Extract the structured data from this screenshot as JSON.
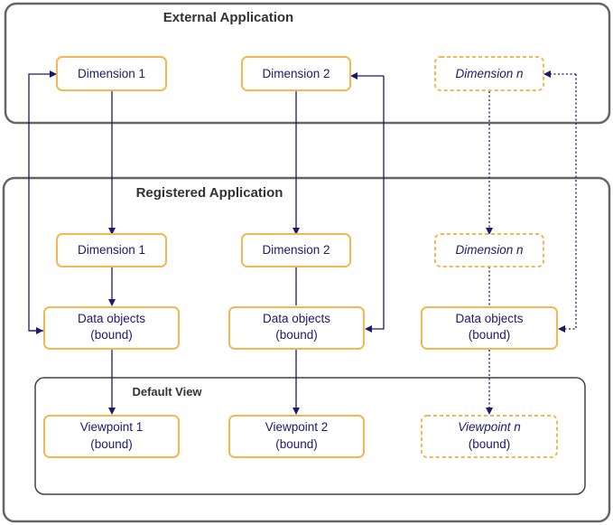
{
  "containers": {
    "external": {
      "title": "External Application"
    },
    "registered": {
      "title": "Registered Application"
    },
    "default_view": {
      "title": "Default View"
    }
  },
  "nodes": {
    "ext_dim1": {
      "label": "Dimension 1"
    },
    "ext_dim2": {
      "label": "Dimension 2"
    },
    "ext_dimn": {
      "label": "Dimension n"
    },
    "reg_dim1": {
      "label": "Dimension 1"
    },
    "reg_dim2": {
      "label": "Dimension 2"
    },
    "reg_dimn": {
      "label": "Dimension n"
    },
    "data1": {
      "line1": "Data objects",
      "line2": "(bound)"
    },
    "data2": {
      "line1": "Data objects",
      "line2": "(bound)"
    },
    "datan": {
      "line1": "Data objects",
      "line2": "(bound)"
    },
    "vp1": {
      "line1": "Viewpoint 1",
      "line2": "(bound)"
    },
    "vp2": {
      "line1": "Viewpoint 2",
      "line2": "(bound)"
    },
    "vpn": {
      "line1": "Viewpoint n",
      "line2": "(bound)"
    }
  },
  "colors": {
    "node_border": "#f5b74e",
    "arrow": "#1a1a6e",
    "container_border": "#666666",
    "text": "#1a1a6e"
  }
}
